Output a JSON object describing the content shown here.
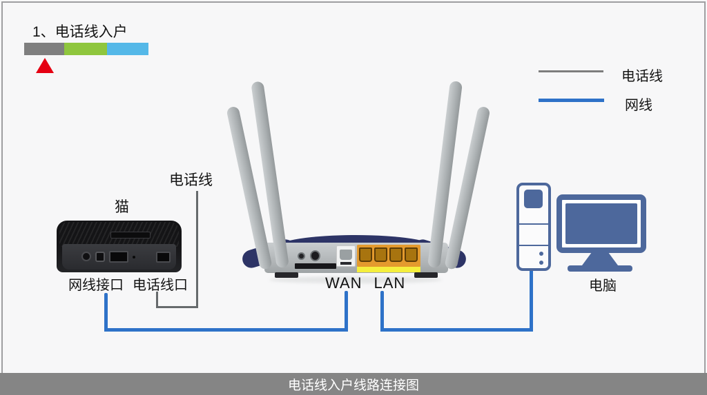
{
  "page": {
    "title": "1、电话线入户",
    "footer_caption": "电话线入户线路连接图"
  },
  "progress": {
    "segments": [
      {
        "name": "step-current",
        "color": "#7f7f7f"
      },
      {
        "name": "step-next",
        "color": "#8fc63e"
      },
      {
        "name": "step-last",
        "color": "#55b8e8"
      }
    ],
    "marker_color": "#e50012"
  },
  "legend": {
    "items": [
      {
        "label": "电话线",
        "line_color": "#7d7d7d"
      },
      {
        "label": "网线",
        "line_color": "#2e72c8"
      }
    ]
  },
  "annotations": {
    "phone_line_label": "电话线"
  },
  "devices": {
    "modem": {
      "label": "猫",
      "ethernet_port_label": "网线接口",
      "phone_port_label": "电话线口"
    },
    "router": {
      "wan_label": "WAN",
      "lan_label": "LAN",
      "body_color": "#aeb2b4",
      "shell_color": "#2d3466",
      "lan_block_color": "#e49a2e",
      "label_strip_color": "#f5ef3d"
    },
    "computer": {
      "label": "电脑",
      "color": "#4d689c"
    }
  },
  "connections": {
    "phone_line_color": "#666a6c",
    "ethernet_color": "#2e72c8"
  }
}
